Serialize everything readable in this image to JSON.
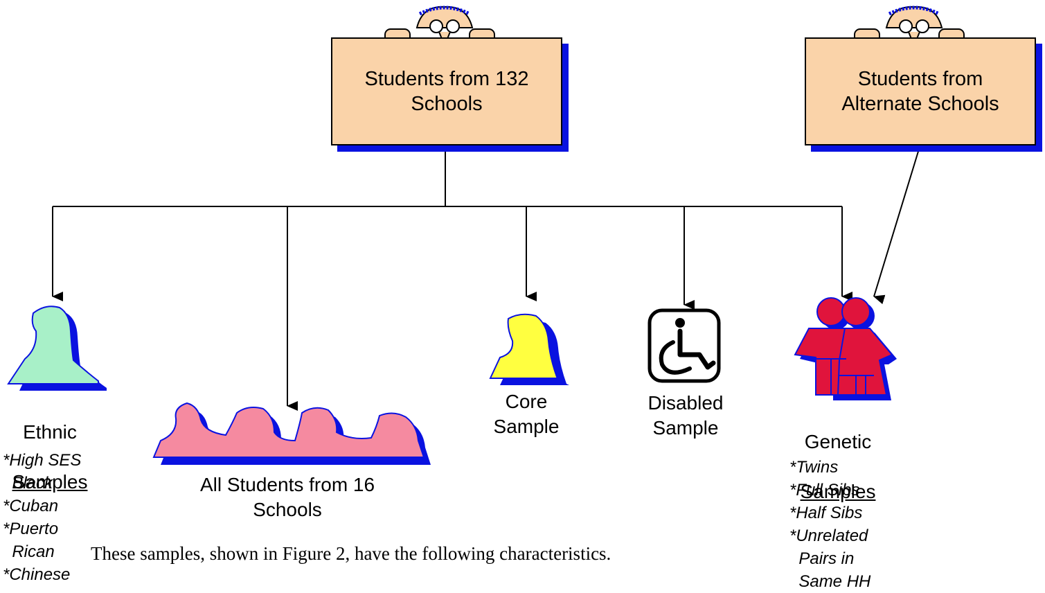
{
  "boxes": {
    "main": "Students from 132\nSchools",
    "alternate": "Students from\nAlternate Schools"
  },
  "samples": {
    "ethnic": {
      "title": "Ethnic",
      "subtitle": "Samples",
      "items": "*High SES\n  Black\n*Cuban\n*Puerto\n  Rican\n*Chinese"
    },
    "all_students": {
      "title": "All Students from 16\nSchools"
    },
    "core": {
      "title": "Core\nSample"
    },
    "disabled": {
      "title": "Disabled\nSample"
    },
    "genetic": {
      "title": "Genetic",
      "subtitle": "Samples",
      "items": "*Twins\n*Full Sibs\n*Half Sibs\n*Unrelated\n  Pairs in\n  Same HH"
    }
  },
  "caption": "These samples, shown in Figure 2, have the following characteristics.",
  "colors": {
    "box_fill": "#fad3a9",
    "shadow": "#0a12e0",
    "ethnic_fill": "#a8f0c8",
    "group_fill": "#f58aa0",
    "core_fill": "#ffff40",
    "genetic_fill": "#e0143c"
  }
}
